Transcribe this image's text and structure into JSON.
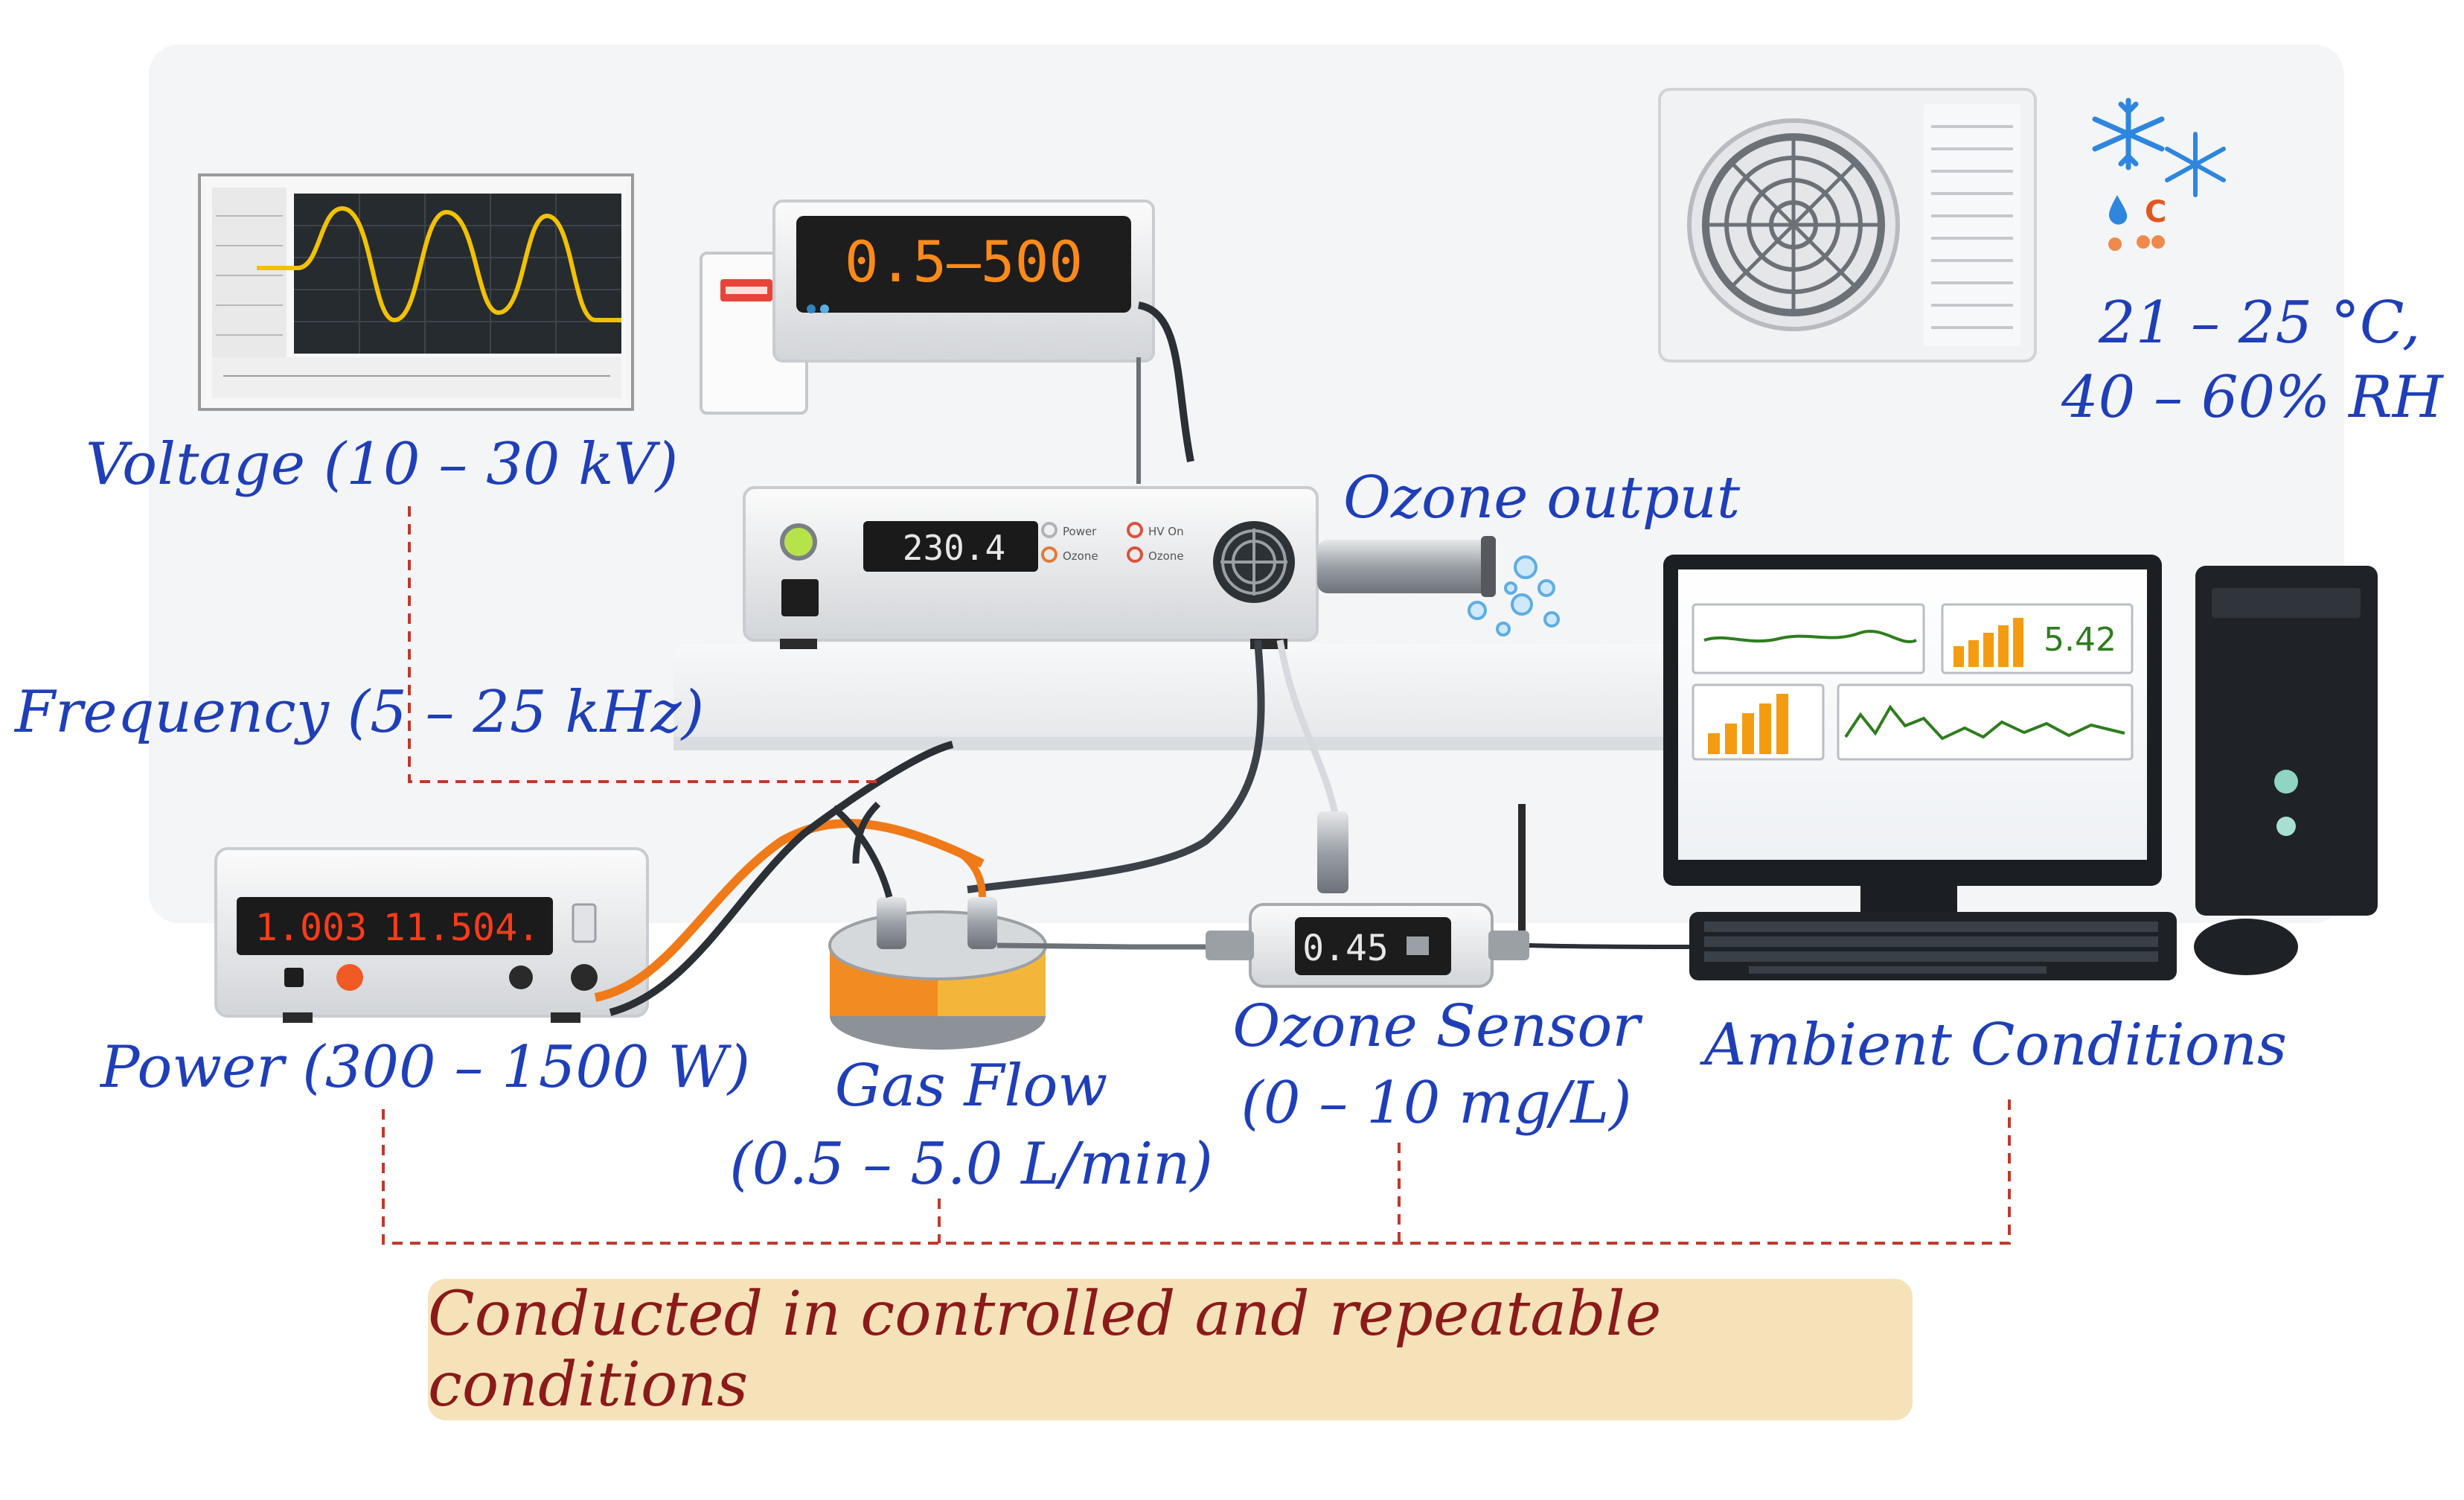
{
  "labels": {
    "voltage": "Voltage (10 – 30 kV)",
    "frequency": "Frequency (5 – 25 kHz)",
    "ozone_output": "Ozone output",
    "power": "Power (300 – 1500 W)",
    "gas_flow_line1": "Gas Flow",
    "gas_flow_line2": "(0.5 – 5.0 L/min)",
    "ozone_sensor_line1": "Ozone Sensor",
    "ozone_sensor_line2": "(0 – 10 mg/L)",
    "ambient_conditions": "Ambient Conditions",
    "temperature": "21 – 25 °C,",
    "humidity": "40 – 60% RH"
  },
  "displays": {
    "flow_meter": "0.5–500",
    "generator": "230.4",
    "power_supply_left": "1.003",
    "power_supply_right": "11.504.",
    "sensor": "0.45",
    "monitor_value": "5.42"
  },
  "generator_indicators": [
    "Power",
    "HV On",
    "Ozone",
    "Ozone"
  ],
  "ambient_icon_text": "C",
  "banner": "Conducted in controlled and repeatable conditions",
  "colors": {
    "label_blue": "#1f3fb8",
    "banner_bg": "#f6e2b8",
    "banner_text": "#8b1a1a",
    "dashed_connector": "#c0392b",
    "oscilloscope_wave": "#f2c200",
    "display_orange": "#ff8a1a",
    "display_red": "#ff3b1a",
    "cable_orange": "#f07a18",
    "cable_dark": "#2b2f36",
    "chart_orange": "#f39c12",
    "chart_green": "#2f7d1f"
  },
  "icons": [
    "snowflake-icon",
    "water-drop-icon",
    "temperature-icon",
    "cooling-fan-icon",
    "power-switch-icon"
  ]
}
